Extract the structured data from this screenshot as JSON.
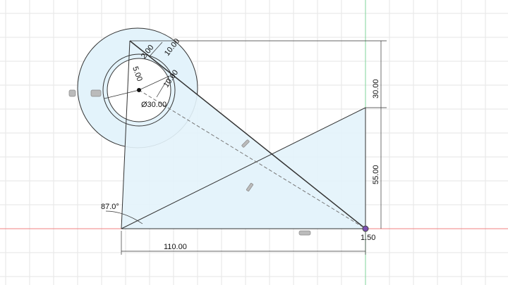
{
  "sketch": {
    "dimensions": {
      "width": "110.00",
      "height_upper": "30.00",
      "height_lower": "55.00",
      "angle": "87.0°",
      "offset_small": "1.50",
      "ring_offset": "10.00",
      "ring_thickness": "2.00",
      "inner_diameter": "Ø30.00",
      "inner_offset": "10.00",
      "point_offset": "5.00"
    },
    "colors": {
      "x_axis": "#f08080",
      "y_axis": "#7fd39a",
      "profile_fill": "#e3f3fb",
      "grid": "#e6e6e6",
      "line": "#222222"
    },
    "icons": [
      "coincident-constraint-icon",
      "parallel-constraint-icon",
      "horizontal-constraint-icon",
      "fix-constraint-icon"
    ]
  }
}
